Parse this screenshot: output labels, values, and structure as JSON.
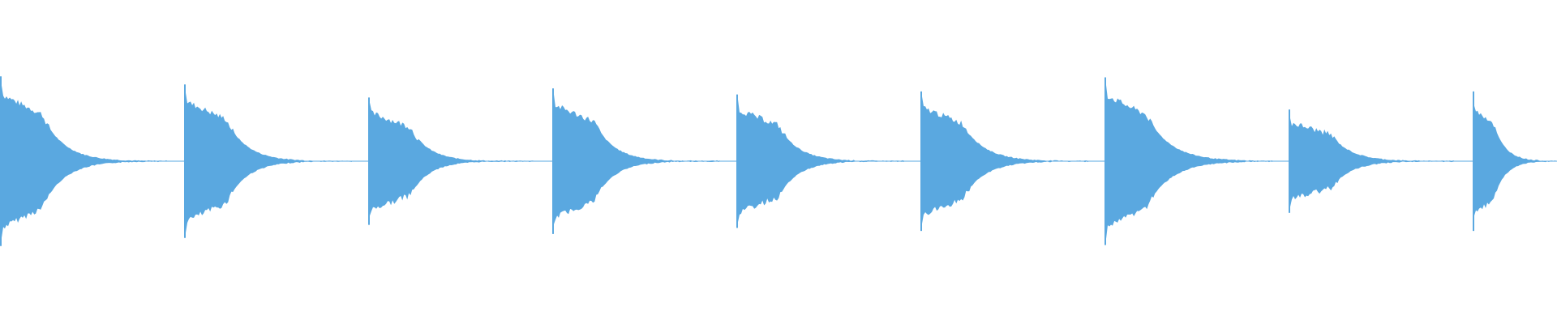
{
  "waveform": {
    "color": "#5aa8e0",
    "background": "#ffffff",
    "hits": [
      {
        "peak": 0.78,
        "decay": 0.9
      },
      {
        "peak": 0.7,
        "decay": 0.85
      },
      {
        "peak": 0.57,
        "decay": 0.78
      },
      {
        "peak": 0.66,
        "decay": 0.82
      },
      {
        "peak": 0.6,
        "decay": 0.82
      },
      {
        "peak": 0.63,
        "decay": 0.9
      },
      {
        "peak": 0.77,
        "decay": 1.0
      },
      {
        "peak": 0.45,
        "decay": 0.85
      },
      {
        "peak": 0.63,
        "decay": 1.0
      }
    ]
  }
}
